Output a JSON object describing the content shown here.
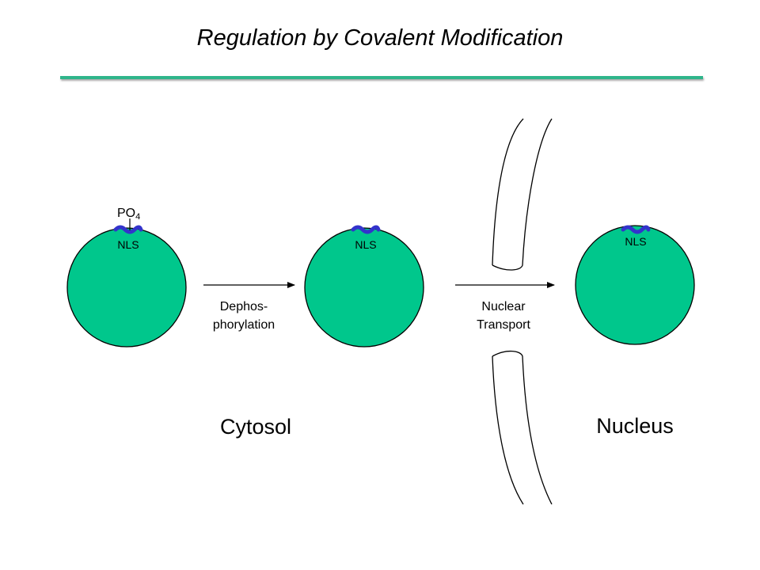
{
  "slide": {
    "title": "Regulation by Covalent Modification",
    "accent_color": "#2fb58a"
  },
  "diagram": {
    "protein_color": "#00c78c",
    "nls_color": "#3333cc",
    "phosphate": {
      "main": "PO",
      "subscript": "4"
    },
    "proteins": [
      {
        "nls_label": "NLS"
      },
      {
        "nls_label": "NLS"
      },
      {
        "nls_label": "NLS"
      }
    ],
    "steps": [
      {
        "line1": "Dephos-",
        "line2": "phorylation"
      },
      {
        "line1": "Nuclear",
        "line2": "Transport"
      }
    ],
    "regions": {
      "cytosol": "Cytosol",
      "nucleus": "Nucleus"
    }
  }
}
